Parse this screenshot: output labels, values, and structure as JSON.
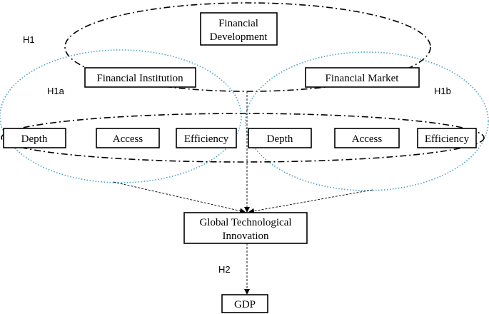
{
  "nodes": {
    "financial_development": [
      "Financial",
      "Development"
    ],
    "financial_institution": "Financial Institution",
    "financial_market": "Financial Market",
    "fi_depth": "Depth",
    "fi_access": "Access",
    "fi_efficiency": "Efficiency",
    "fm_depth": "Depth",
    "fm_access": "Access",
    "fm_efficiency": "Efficiency",
    "gti": [
      "Global Technological",
      "Innovation"
    ],
    "gdp": "GDP"
  },
  "hypotheses": {
    "h1": "H1",
    "h1a": "H1a",
    "h1b": "H1b",
    "h2": "H2"
  },
  "colors": {
    "line": "#000000",
    "dotted_ellipse": "#4aa3c8"
  }
}
